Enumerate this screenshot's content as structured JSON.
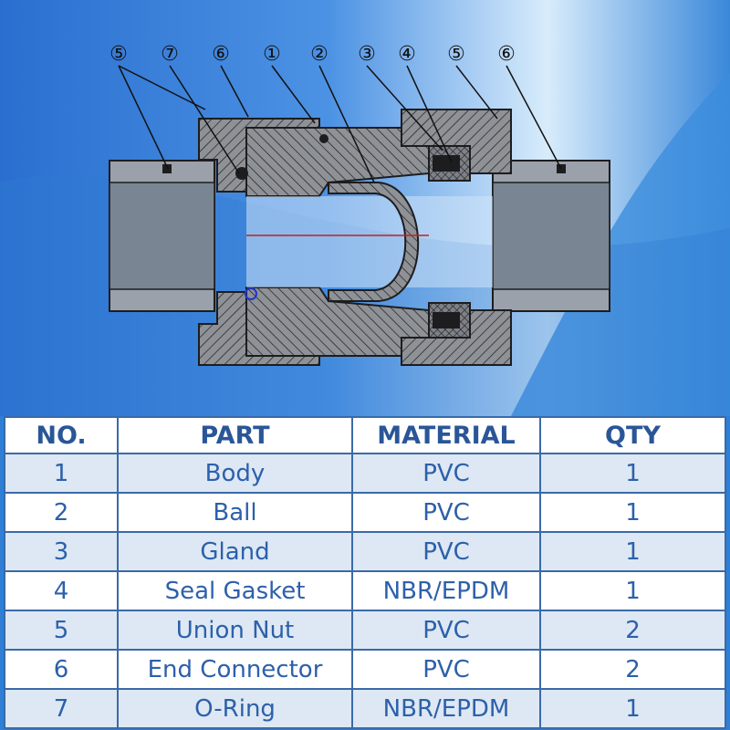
{
  "callouts": [
    {
      "label": "⑤",
      "part": 5
    },
    {
      "label": "⑦",
      "part": 7
    },
    {
      "label": "⑥",
      "part": 6
    },
    {
      "label": "①",
      "part": 1
    },
    {
      "label": "②",
      "part": 2
    },
    {
      "label": "③",
      "part": 3
    },
    {
      "label": "④",
      "part": 4
    },
    {
      "label": "⑤",
      "part": 5
    },
    {
      "label": "⑥",
      "part": 6
    }
  ],
  "table": {
    "headers": [
      "NO.",
      "PART",
      "MATERIAL",
      "QTY"
    ],
    "rows": [
      {
        "no": "1",
        "part": "Body",
        "material": "PVC",
        "qty": "1"
      },
      {
        "no": "2",
        "part": "Ball",
        "material": "PVC",
        "qty": "1"
      },
      {
        "no": "3",
        "part": "Gland",
        "material": "PVC",
        "qty": "1"
      },
      {
        "no": "4",
        "part": "Seal Gasket",
        "material": "NBR/EPDM",
        "qty": "1"
      },
      {
        "no": "5",
        "part": "Union Nut",
        "material": "PVC",
        "qty": "2"
      },
      {
        "no": "6",
        "part": "End Connector",
        "material": "PVC",
        "qty": "2"
      },
      {
        "no": "7",
        "part": "O-Ring",
        "material": "NBR/EPDM",
        "qty": "1"
      }
    ]
  },
  "colors": {
    "background_blue": "#2f7fd6",
    "highlight": "#e6f3ff",
    "section_gray": "#8a8d93",
    "table_text": "#2a5aa0",
    "table_border": "#3a6aa8",
    "row_shade": "#dde8f4"
  }
}
